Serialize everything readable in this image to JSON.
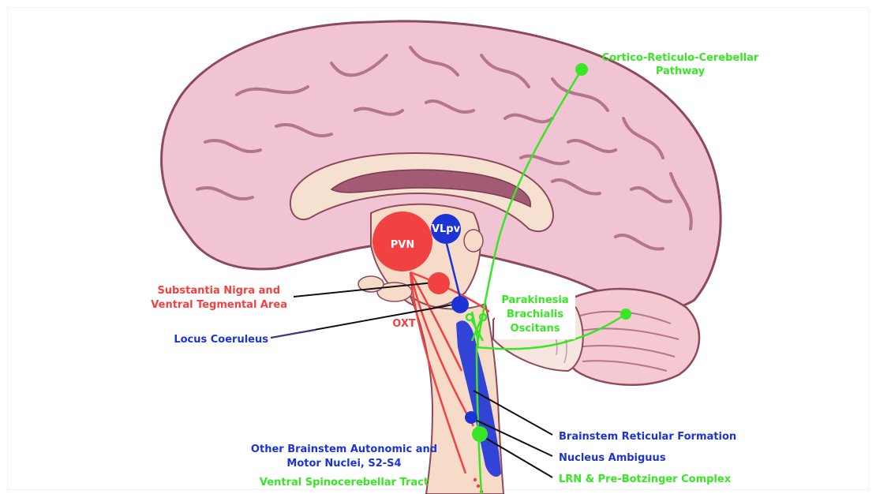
{
  "colors": {
    "red": "#f24141",
    "blue": "#1c33d6",
    "green": "#39e625",
    "black": "#111111",
    "brain_pink": "#f0c4d2",
    "brain_outline": "#8c4a5c",
    "brainstem": "#f6dcc8",
    "cerebellum": "#f5c9d2"
  },
  "nodes": {
    "pvn": "PVN",
    "vlpv": "VLpv",
    "oxt": "OXT"
  },
  "labels": {
    "cortico_line1": "Cortico-Reticulo-Cerebellar",
    "cortico_line2": "Pathway",
    "parakinesia_line1": "Parakinesia",
    "parakinesia_line2": "Brachialis",
    "parakinesia_line3": "Oscitans",
    "substantia_line1": "Substantia Nigra and",
    "substantia_line2": "Ventral Tegmental Area",
    "locus": "Locus Coeruleus",
    "reticular": "Brainstem Reticular Formation",
    "ambiguus": "Nucleus Ambiguus",
    "lrn": "LRN & Pre-Botzinger Complex",
    "other_line1": "Other Brainstem Autonomic and",
    "other_line2": "Motor Nuclei, S2-S4",
    "spino": "Ventral Spinocerebellar Tract"
  }
}
